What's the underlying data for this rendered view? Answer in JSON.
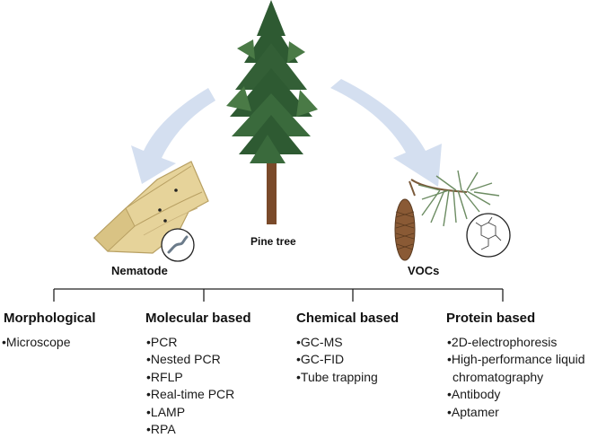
{
  "center_label": "Pine tree",
  "left_label": "Nematode",
  "right_label": "VOCs",
  "colors": {
    "arrow": "#d4dff0",
    "wood": "#e6d39a",
    "wood_dark": "#b8a063",
    "tree": "#2e5a32",
    "trunk": "#7a4a2a",
    "cone": "#8a5a35",
    "line": "#222222"
  },
  "categories": [
    {
      "title": "Morphological",
      "items": [
        "Microscope"
      ]
    },
    {
      "title": "Molecular based",
      "items": [
        "PCR",
        "Nested PCR",
        "RFLP",
        "Real-time PCR",
        "LAMP",
        "RPA"
      ]
    },
    {
      "title": "Chemical based",
      "items": [
        "GC-MS",
        "GC-FID",
        "Tube trapping"
      ]
    },
    {
      "title": "Protein based",
      "items": [
        "2D-electrophoresis",
        "High-performance liquid",
        "chromatography",
        "Antibody",
        "Aptamer"
      ]
    }
  ]
}
